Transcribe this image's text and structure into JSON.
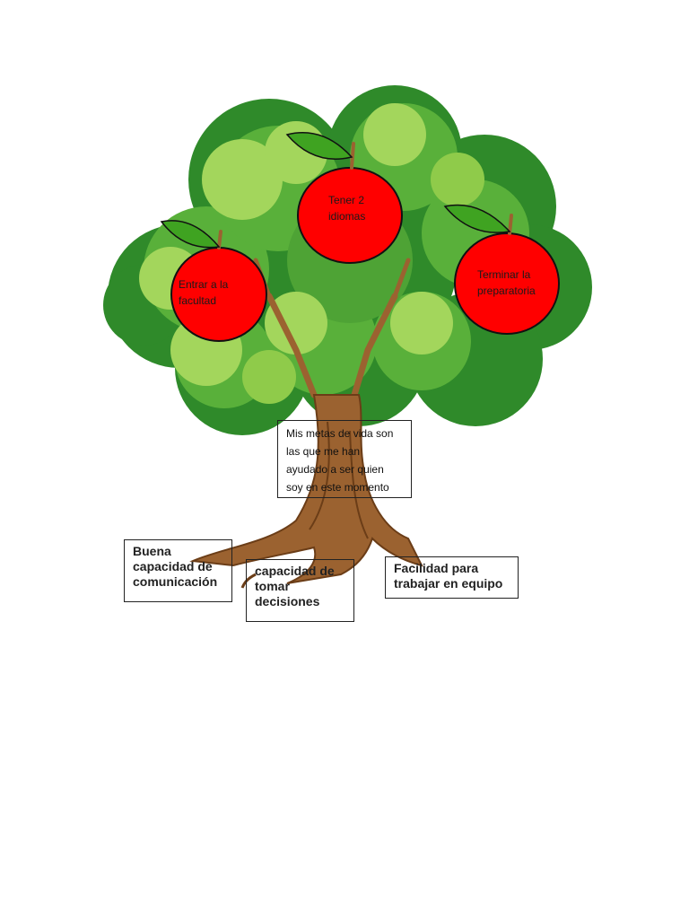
{
  "goals": [
    {
      "id": "idiomas",
      "text": "Tener 2 idiomas"
    },
    {
      "id": "facultad",
      "text": "Entrar a la facultad"
    },
    {
      "id": "preparatoria",
      "text": "Terminar la preparatoria"
    }
  ],
  "trunk_note": "Mis metas de vida son las que me han ayudado a ser quien soy en este momento",
  "roots": [
    {
      "id": "comunicacion",
      "text": "Buena capacidad de comunicación"
    },
    {
      "id": "decisiones",
      "text": "capacidad de tomar decisiones"
    },
    {
      "id": "equipo",
      "text": "Facilidad para trabajar en equipo"
    }
  ],
  "colors": {
    "apple": "#ff0000",
    "leaf": "#3fa321",
    "foliage_dark": "#2f8a2a",
    "foliage_mid": "#59b03a",
    "foliage_light": "#a3d65c",
    "trunk": "#9b6230",
    "trunk_dark": "#6b3d17"
  }
}
